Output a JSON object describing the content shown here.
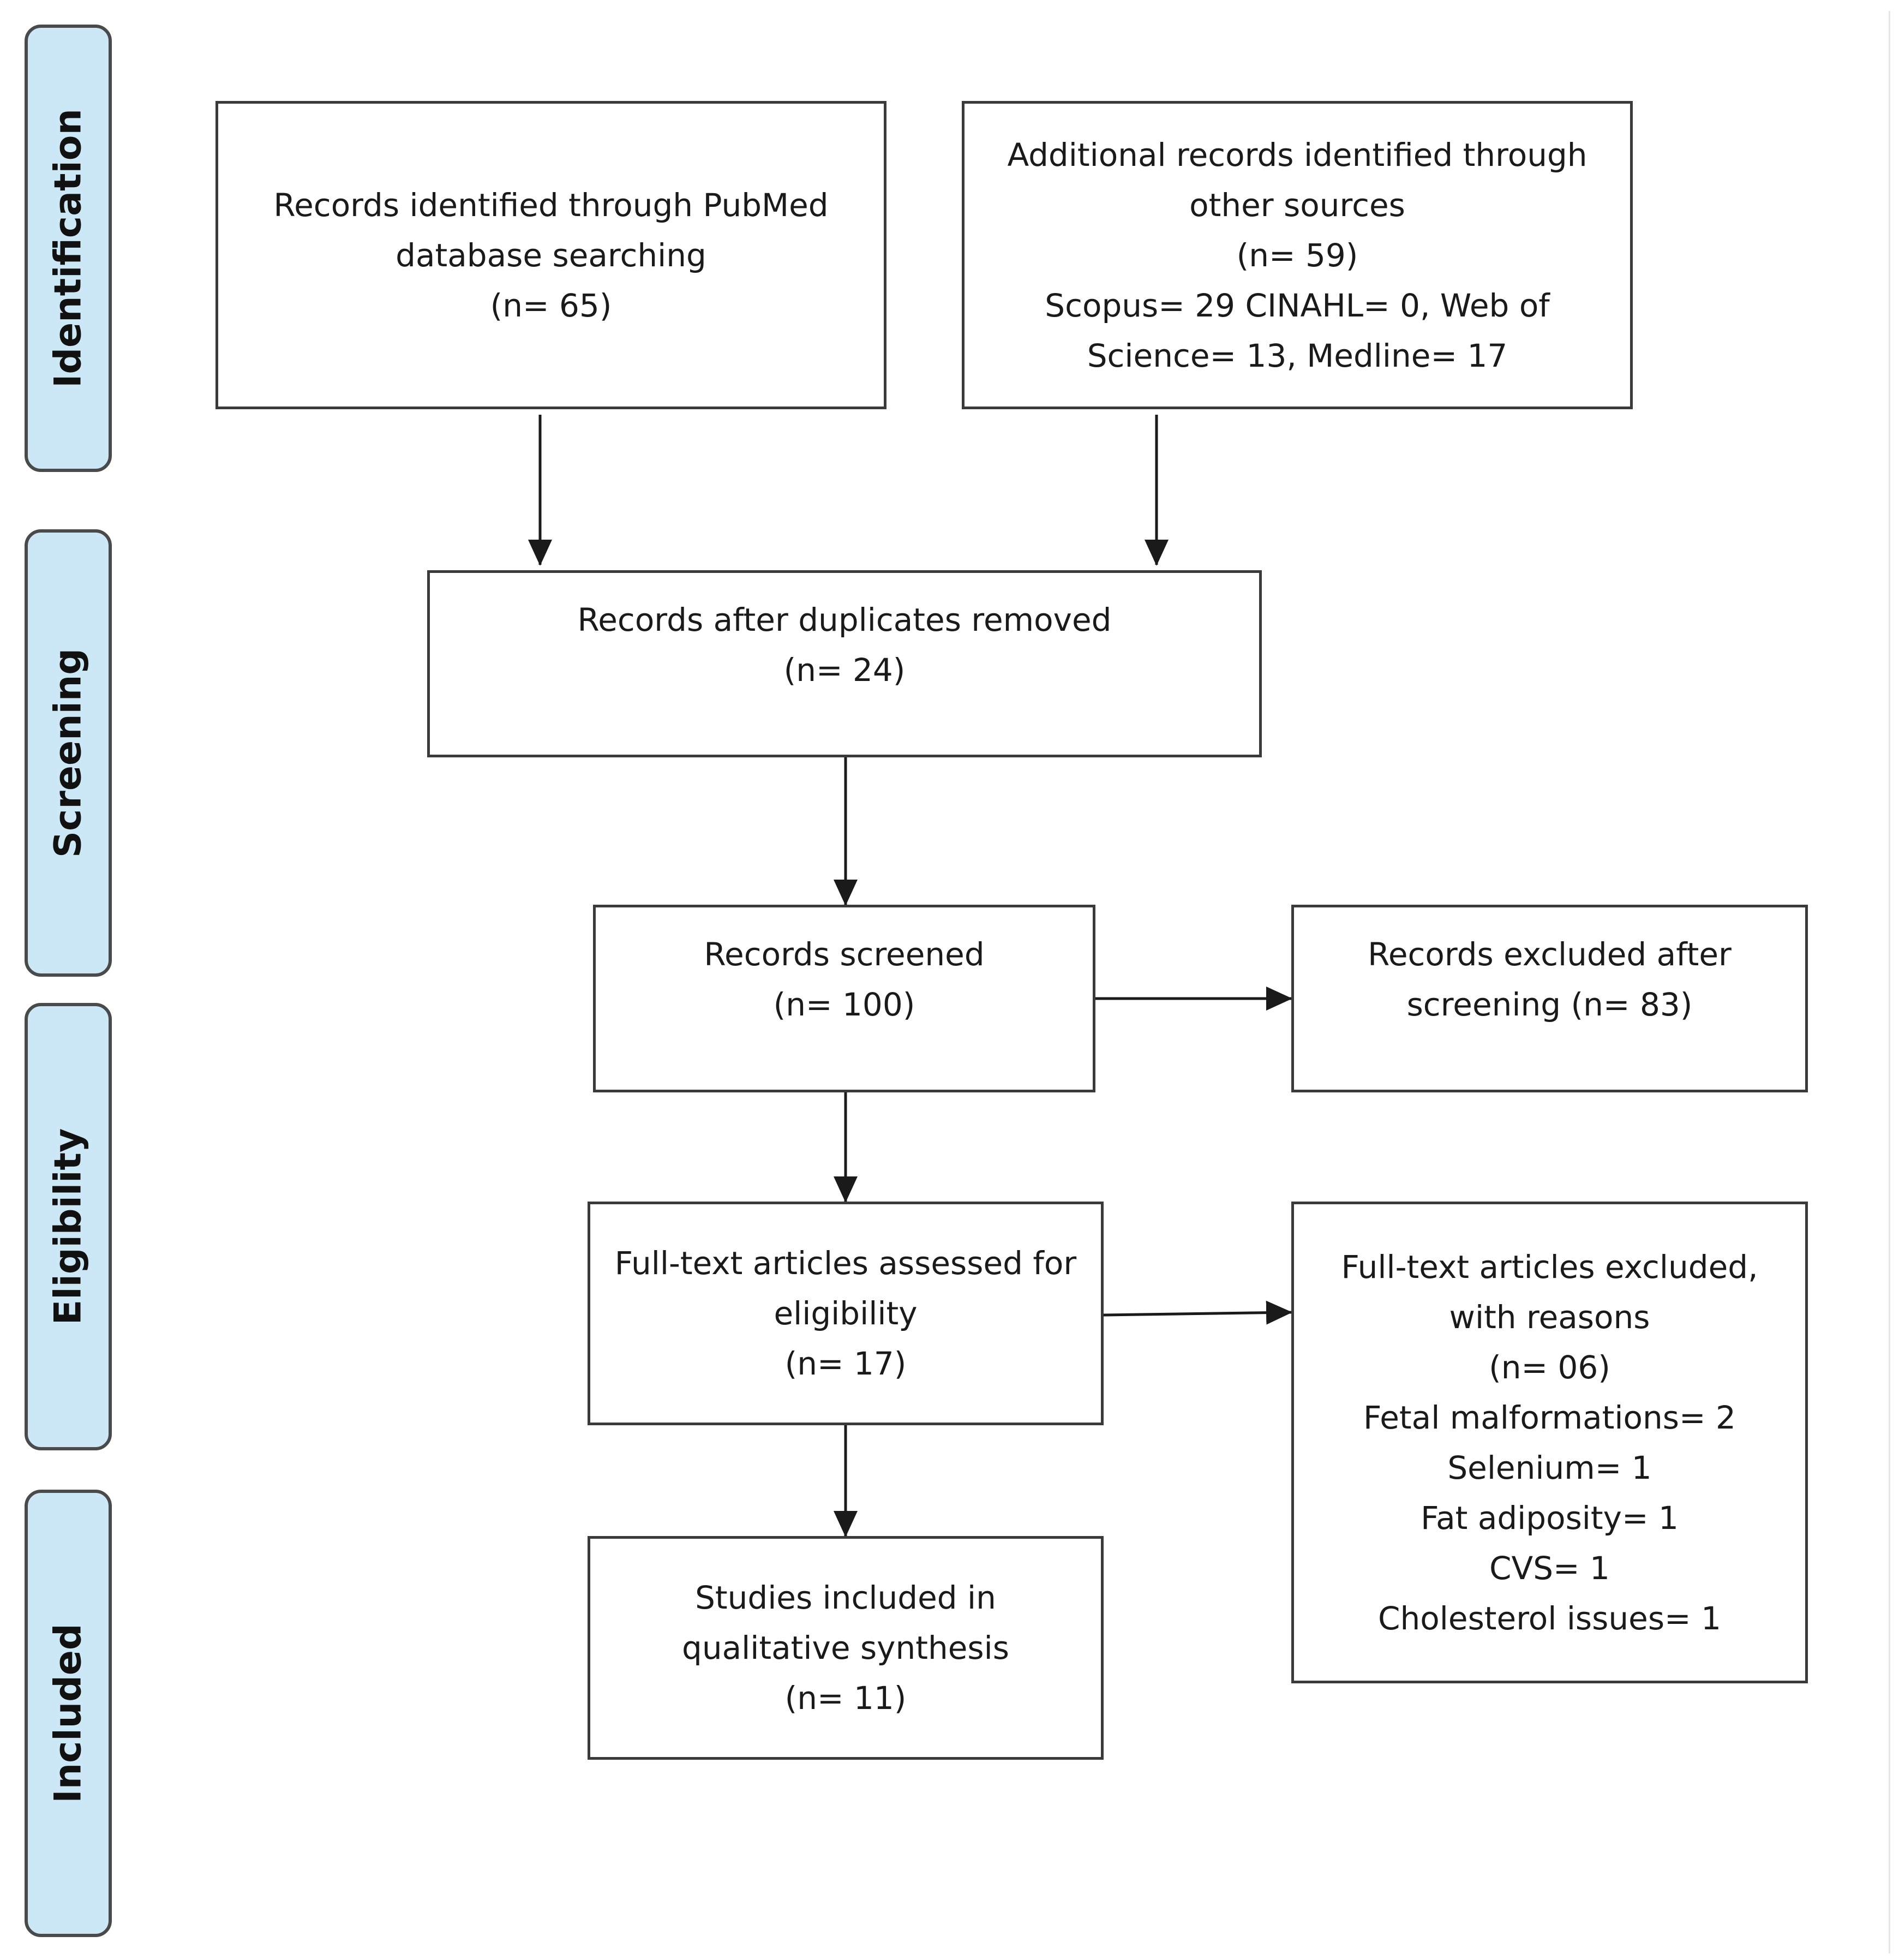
{
  "stages": [
    {
      "id": "identification",
      "label": "Identification"
    },
    {
      "id": "screening",
      "label": "Screening"
    },
    {
      "id": "eligibility",
      "label": "Eligibility"
    },
    {
      "id": "included",
      "label": "Included"
    }
  ],
  "boxes": {
    "pubmed": {
      "lines": [
        "Records identified through PubMed",
        "database searching",
        "(n= 65)"
      ]
    },
    "other_sources": {
      "lines": [
        "Additional records identified through",
        "other sources",
        "(n= 59)",
        "Scopus= 29 CINAHL= 0, Web of",
        "Science= 13, Medline= 17"
      ]
    },
    "duplicates_removed": {
      "lines": [
        "Records after duplicates removed",
        "(n= 24)"
      ]
    },
    "screened": {
      "lines": [
        "Records screened",
        "(n= 100)"
      ]
    },
    "excluded_screening": {
      "lines": [
        "Records excluded after",
        "screening (n= 83)"
      ]
    },
    "fulltext_assessed": {
      "lines": [
        "Full-text articles assessed for",
        "eligibility",
        "(n= 17)"
      ]
    },
    "fulltext_excluded": {
      "lines": [
        "Full-text articles excluded,",
        "with reasons",
        "(n= 06)",
        "Fetal malformations= 2",
        "Selenium= 1",
        "Fat adiposity= 1",
        "CVS= 1",
        "Cholesterol issues= 1"
      ]
    },
    "included": {
      "lines": [
        "Studies included in",
        "qualitative synthesis",
        "(n= 11)"
      ]
    }
  },
  "colors": {
    "stage_fill": "#cce8f6",
    "stage_border": "#4a4a4a",
    "box_border": "#3a3a3a",
    "arrow": "#1a1a1a"
  }
}
